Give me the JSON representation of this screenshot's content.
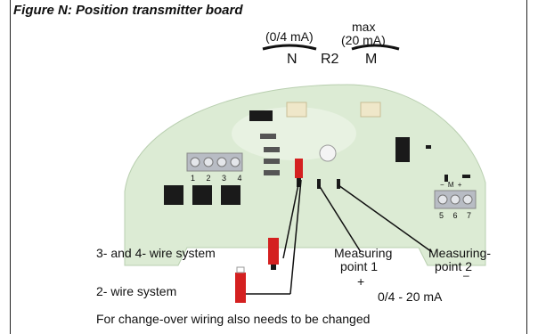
{
  "figure": {
    "title": "Figure N: Position transmitter board"
  },
  "labels": {
    "range_low": "(0/4 mA)",
    "max": "max",
    "range_high": "(20 mA)",
    "pot_n": "N",
    "r2": "R2",
    "pot_m": "M",
    "terminals_left": "1 2 3 4",
    "terminals_right": "5 6 7",
    "terminals_right_top": "− M +"
  },
  "callouts": {
    "wire_3_4": "3- and 4- wire system",
    "wire_2": "2- wire system",
    "measuring_point_1_line1": "Measuring",
    "measuring_point_1_line2": "point 1",
    "measuring_point_2_line1": "Measuring-",
    "measuring_point_2_line2": "point 2",
    "plus": "+",
    "minus": "–",
    "range": "0/4 - 20 mA",
    "note": "For change-over wiring also needs to be changed"
  },
  "colors": {
    "board": "#dcebd4",
    "jumper": "#d42020",
    "component": "#1a1a1a"
  }
}
